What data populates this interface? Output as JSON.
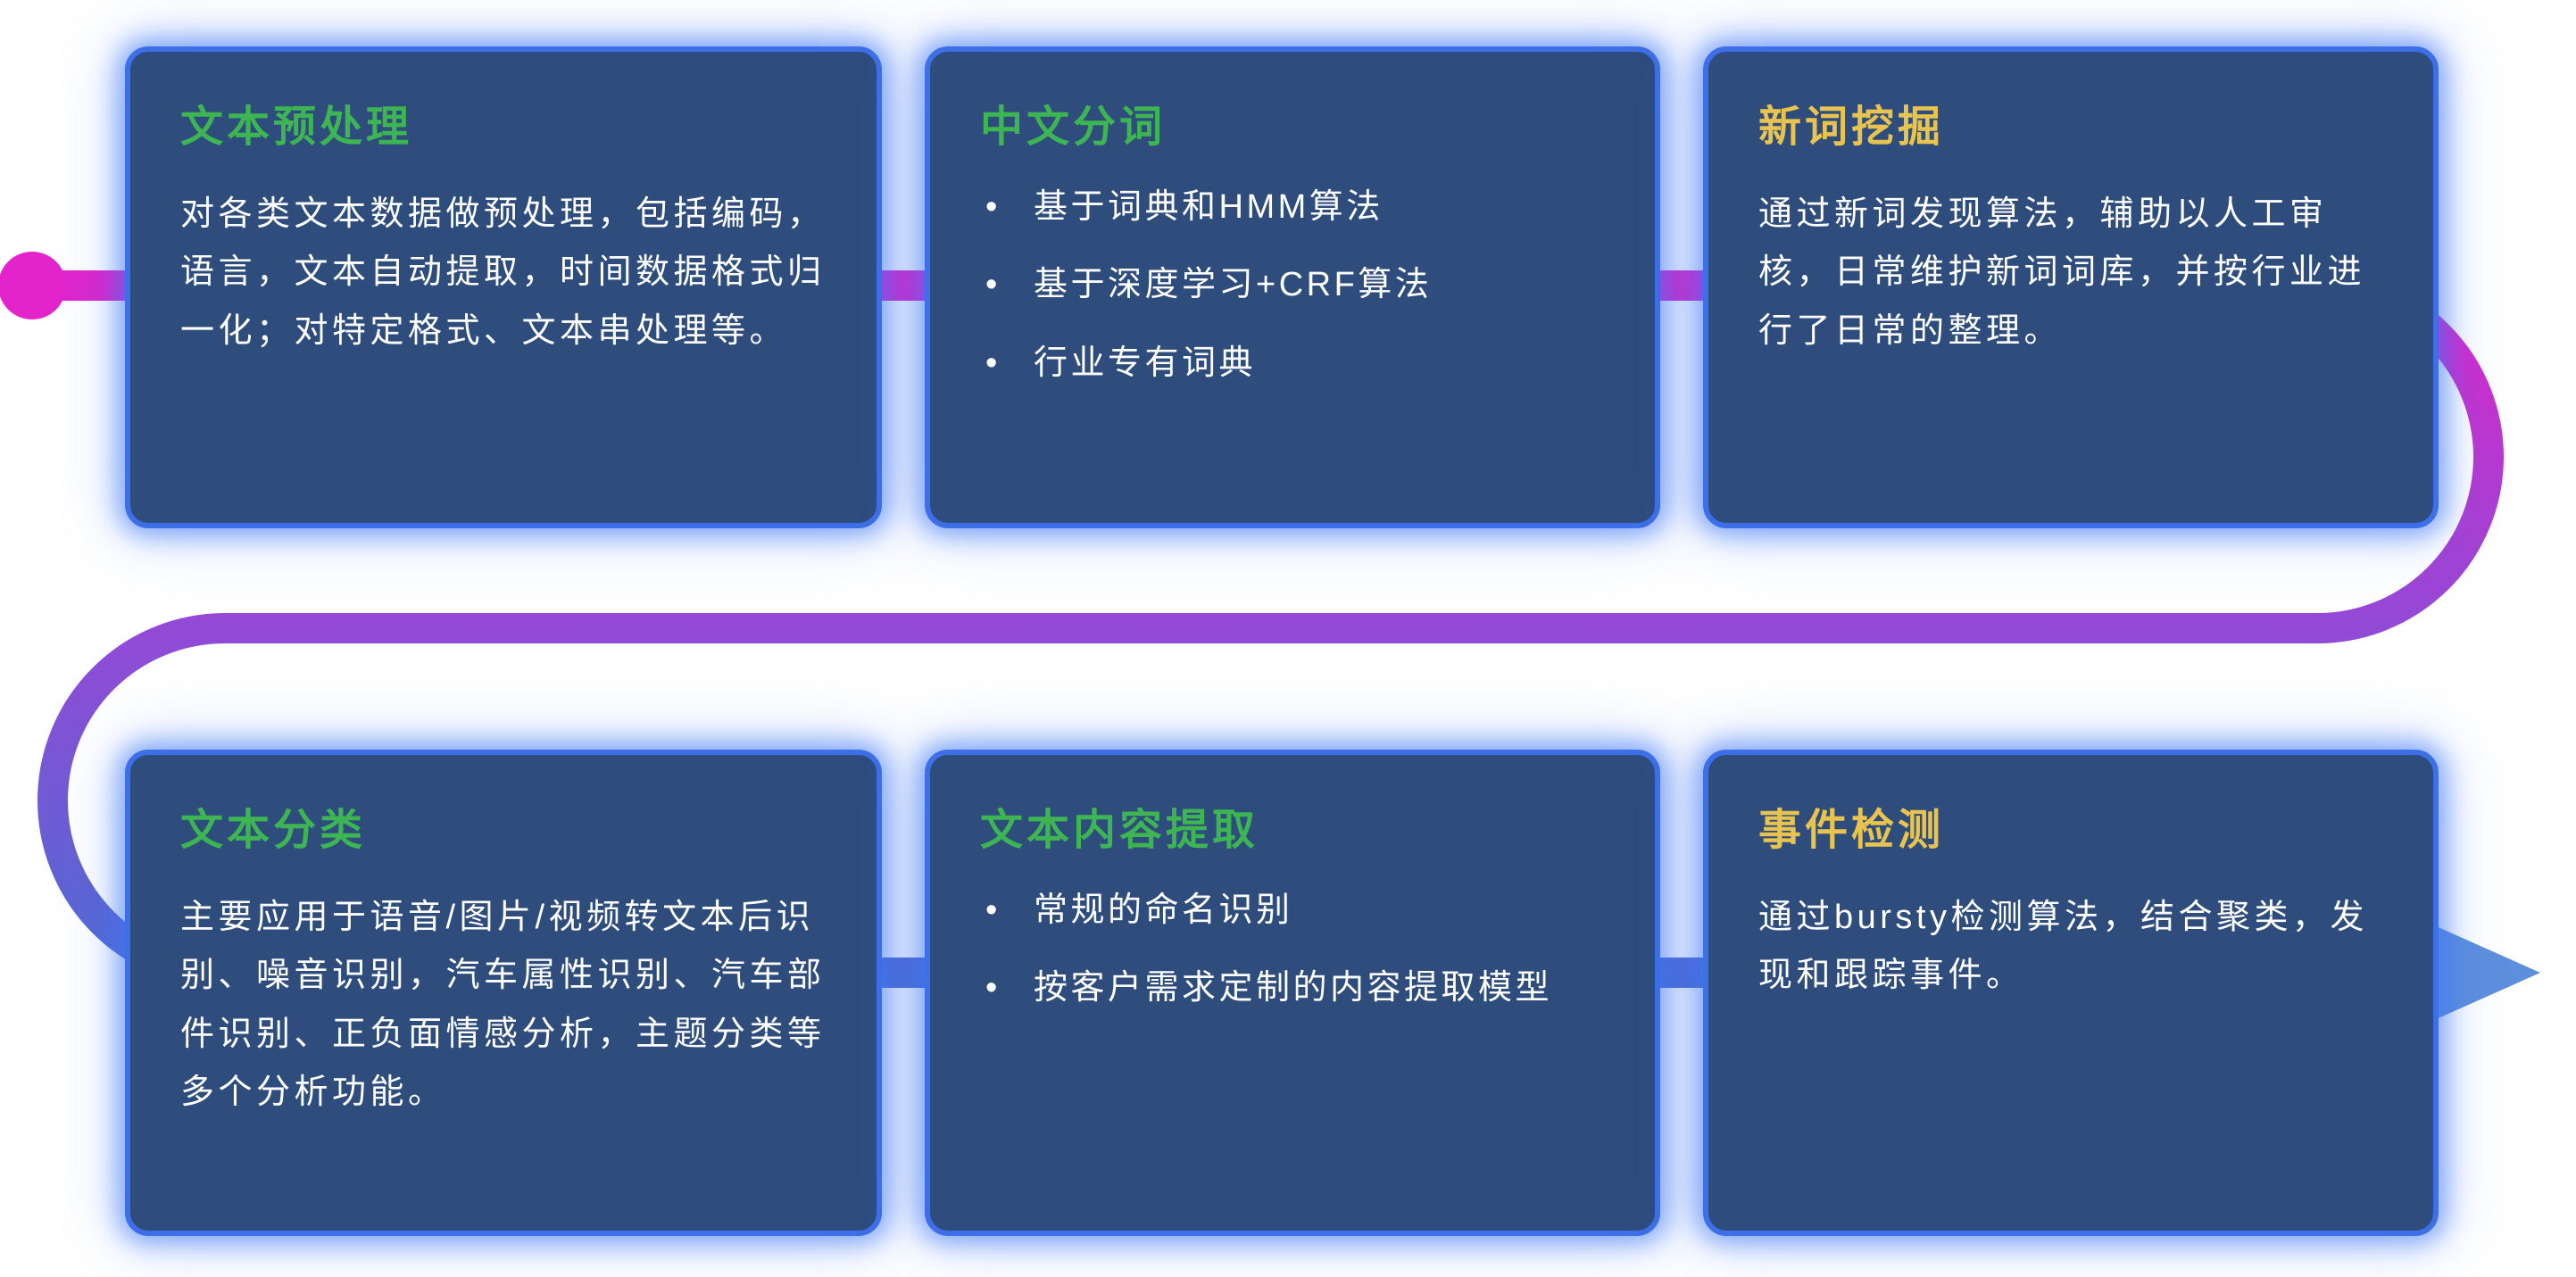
{
  "colors": {
    "card_background": "#2e4d7d",
    "card_border": "#3d6fe8",
    "card_glow": "#3e76f5",
    "title_green": "#3db553",
    "title_yellow": "#e8c44f",
    "body_text": "#ffffff",
    "flow_start_magenta": "#e224ca",
    "flow_mid_purple": "#9549d6",
    "flow_end_blue": "#4a6ed2",
    "arrow_blue": "#5d8fdd"
  },
  "cards": [
    {
      "title": "文本预处理",
      "body": "对各类文本数据做预处理，包括编码，语言，文本自动提取，时间数据格式归一化；对特定格式、文本串处理等。"
    },
    {
      "title": "中文分词",
      "bullets": [
        "基于词典和HMM算法",
        "基于深度学习+CRF算法",
        "行业专有词典"
      ]
    },
    {
      "title": "新词挖掘",
      "body": "通过新词发现算法，辅助以人工审核，日常维护新词词库，并按行业进行了日常的整理。"
    },
    {
      "title": "文本分类",
      "body": "主要应用于语音/图片/视频转文本后识别、噪音识别，汽车属性识别、汽车部件识别、正负面情感分析，主题分类等多个分析功能。"
    },
    {
      "title": "文本内容提取",
      "bullets": [
        "常规的命名识别",
        "按客户需求定制的内容提取模型"
      ]
    },
    {
      "title": "事件检测",
      "body": "通过bursty检测算法，结合聚类，发现和跟踪事件。"
    }
  ]
}
